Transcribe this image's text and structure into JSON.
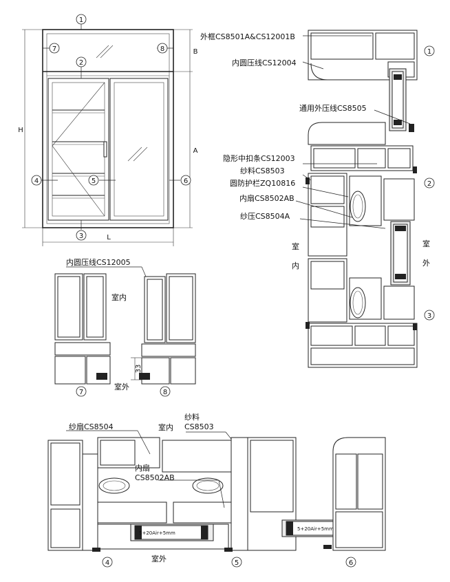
{
  "markers": {
    "m1": "1",
    "m2": "2",
    "m3": "3",
    "m4": "4",
    "m5": "5",
    "m6": "6",
    "m7": "7",
    "m8": "8"
  },
  "dimensions": {
    "H": "H",
    "B": "B",
    "A": "A",
    "L": "L",
    "d33": "33"
  },
  "labels": {
    "outer_frame": "外框CS8501A&CS12001B",
    "inner_round_bead_12004": "内圆压线CS12004",
    "general_outer_bead": "通用外压线CS8505",
    "hidden_mullion_strip": "隐形中扣条CS12003",
    "screen_material_right": "纱料CS8503",
    "round_guard_bar": "圆防护栏ZQ10816",
    "inner_sash_right": "内扇CS8502AB",
    "screen_bead": "纱压CS8504A",
    "indoor_v1": "室",
    "indoor_v2": "内",
    "outdoor_v1": "室",
    "outdoor_v2": "外",
    "inner_round_bead_12005": "内圆压线CS12005",
    "indoor_mid": "室内",
    "outdoor_mid": "室外",
    "screen_sash": "纱扇CS8504",
    "indoor_bottom": "室内",
    "screen_material_bottom_1": "纱料",
    "screen_material_bottom_2": "CS8503",
    "inner_sash_bottom_1": "内扇",
    "inner_sash_bottom_2": "CS8502AB",
    "outdoor_bottom": "室外",
    "glass_spec_1": "5+20Air+5mm",
    "glass_spec_2": "5+20Air+5mm"
  }
}
